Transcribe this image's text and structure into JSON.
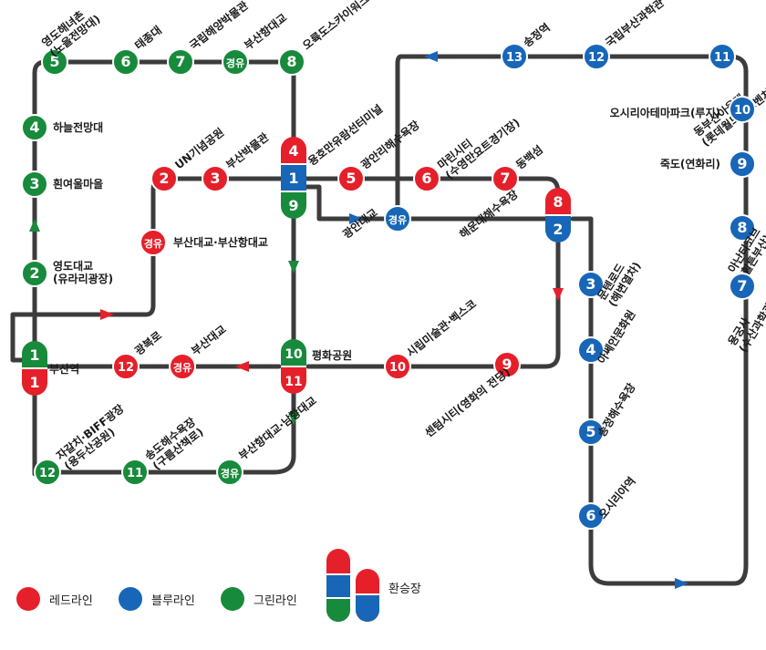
{
  "colors": {
    "red": "#e5202b",
    "blue": "#1866b7",
    "green": "#188a3c",
    "track": "#3c3c3c",
    "white": "#ffffff"
  },
  "stations": {
    "g1": {
      "num": "1",
      "name": "부산역"
    },
    "g2": {
      "num": "2",
      "name": "영도대교\n(유라리광장)"
    },
    "g3": {
      "num": "3",
      "name": "흰여울마을"
    },
    "g4": {
      "num": "4",
      "name": "하늘전망대"
    },
    "g5": {
      "num": "5",
      "name": "영도해녀촌\n(노을전망대)"
    },
    "g6": {
      "num": "6",
      "name": "태종대"
    },
    "g7": {
      "num": "7",
      "name": "국립해양박물관"
    },
    "g8": {
      "num": "8",
      "name": "오륙도스카이워크"
    },
    "gv1": {
      "num": "경유",
      "name": "부산항대교"
    },
    "g10": {
      "num": "10",
      "name": "평화공원"
    },
    "gv2": {
      "num": "경유",
      "name": "부산항대교·남항대교"
    },
    "g11": {
      "num": "11",
      "name": "송도해수욕장\n(구름산책로)"
    },
    "g12": {
      "num": "12",
      "name": "자갈치·BIFF광장\n(용두산공원)"
    },
    "r1": {
      "num": "1",
      "name": ""
    },
    "r2": {
      "num": "2",
      "name": "UN기념공원"
    },
    "r3": {
      "num": "3",
      "name": "부산박물관"
    },
    "r4": {
      "num": "4",
      "name": "용호만유람선터미널"
    },
    "r5": {
      "num": "5",
      "name": "광안리해수욕장"
    },
    "r6": {
      "num": "6",
      "name": "마린시티\n(수영만요트경기장)"
    },
    "r7": {
      "num": "7",
      "name": "동백섬"
    },
    "r8": {
      "num": "8",
      "name": "해운대해수욕장"
    },
    "r9": {
      "num": "9",
      "name": "센텀시티(영화의 전당)"
    },
    "r10": {
      "num": "10",
      "name": "시립미술관·벡스코"
    },
    "r11": {
      "num": "11",
      "name": ""
    },
    "r12": {
      "num": "12",
      "name": "광복로"
    },
    "rv1": {
      "num": "경유",
      "name": "부산대교·부산항대교"
    },
    "rv2": {
      "num": "경유",
      "name": "부산대교"
    },
    "b1": {
      "num": "1",
      "name": ""
    },
    "b2": {
      "num": "2",
      "name": ""
    },
    "b3": {
      "num": "3",
      "name": "문텐로드\n(해변열차)"
    },
    "b4": {
      "num": "4",
      "name": "아쎄안문화원"
    },
    "b5": {
      "num": "5",
      "name": "송정해수욕장"
    },
    "b6": {
      "num": "6",
      "name": "오시리아역"
    },
    "b7": {
      "num": "7",
      "name": "용궁사\n(수산과학관)"
    },
    "b8": {
      "num": "8",
      "name": "아난티코브\n(힐튼부산)"
    },
    "b9": {
      "num": "9",
      "name": "죽도(연화리)"
    },
    "b10": {
      "num": "10",
      "name": "오시리아테마파크(루지)"
    },
    "b11": {
      "num": "11",
      "name": "동부산아울렛\n(롯데월드어드벤처)"
    },
    "b12": {
      "num": "12",
      "name": "국립부산과학관"
    },
    "b13": {
      "num": "13",
      "name": "송정역"
    },
    "bv1": {
      "num": "경유",
      "name": "광안대교"
    },
    "b9b": {
      "num": "9",
      "name": ""
    },
    "g9": {
      "num": "9",
      "name": ""
    }
  },
  "legend": {
    "red": "레드라인",
    "blue": "블루라인",
    "green": "그린라인",
    "transfer": "환승장"
  }
}
